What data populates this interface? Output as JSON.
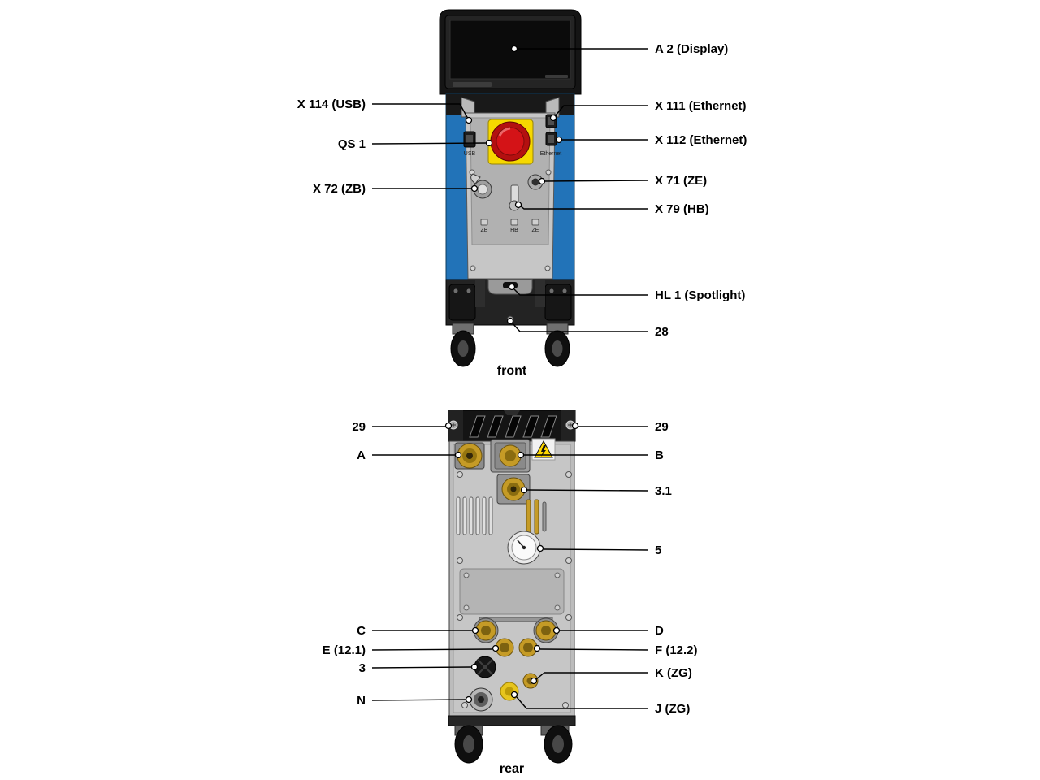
{
  "front": {
    "caption": "front",
    "left": [
      "X 114 (USB)",
      "QS 1",
      "X 72 (ZB)"
    ],
    "right": [
      "A 2 (Display)",
      "X 111 (Ethernet)",
      "X 112 (Ethernet)",
      "X 71 (ZE)",
      "X 79 (HB)",
      "HL 1 (Spotlight)",
      "28"
    ],
    "ports": {
      "usb": "USB",
      "ethernet": "Ethernet",
      "zb": "ZB",
      "hb": "HB",
      "ze": "ZE"
    }
  },
  "rear": {
    "caption": "rear",
    "left": [
      "29",
      "A",
      "C",
      "E (12.1)",
      "3",
      "N"
    ],
    "right": [
      "29",
      "B",
      "3.1",
      "5",
      "D",
      "F (12.2)",
      "K (ZG)",
      "J (ZG)"
    ]
  },
  "colors": {
    "background": "#ffffff",
    "body_blue": "#2273b8",
    "estop_red": "#d41317",
    "estop_yellow": "#f6d800",
    "brass": "#c59b26",
    "panel_gray": "#c6c6c6"
  }
}
